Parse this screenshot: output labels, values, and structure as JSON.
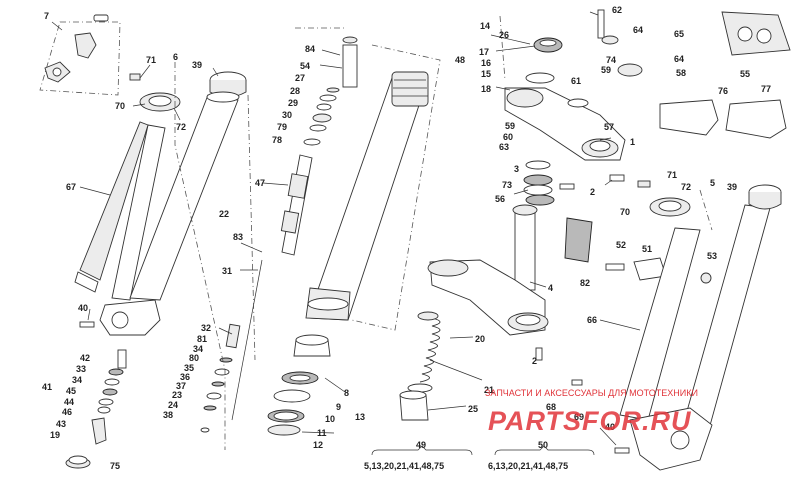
{
  "callouts": [
    "7",
    "71",
    "70",
    "72",
    "67",
    "6",
    "39",
    "40",
    "42",
    "33",
    "34",
    "45",
    "44",
    "46",
    "43",
    "19",
    "41",
    "75",
    "22",
    "84",
    "54",
    "27",
    "28",
    "29",
    "30",
    "79",
    "78",
    "47",
    "83",
    "31",
    "32",
    "81",
    "34",
    "80",
    "35",
    "36",
    "37",
    "23",
    "24",
    "38",
    "12",
    "11",
    "10",
    "9",
    "8",
    "13",
    "14",
    "26",
    "62",
    "17",
    "16",
    "15",
    "18",
    "48",
    "64",
    "65",
    "74",
    "59",
    "61",
    "64",
    "58",
    "55",
    "76",
    "77",
    "57",
    "1",
    "59",
    "60",
    "63",
    "3",
    "73",
    "56",
    "2",
    "71",
    "72",
    "70",
    "5",
    "39",
    "82",
    "52",
    "51",
    "53",
    "4",
    "20",
    "66",
    "2",
    "21",
    "25",
    "68",
    "69",
    "40"
  ],
  "footer_groups": {
    "group49": {
      "number": "49",
      "parts": "5,13,20,21,41,48,75"
    },
    "group50": {
      "number": "50",
      "parts": "6,13,20,21,41,48,75"
    }
  },
  "watermark": {
    "tagline": "ЗАПЧАСТИ И АКСЕССУАРЫ ДЛЯ МОТОТЕХНИКИ",
    "brand": "PARTSFOR.RU",
    "color": "#e0343a"
  }
}
